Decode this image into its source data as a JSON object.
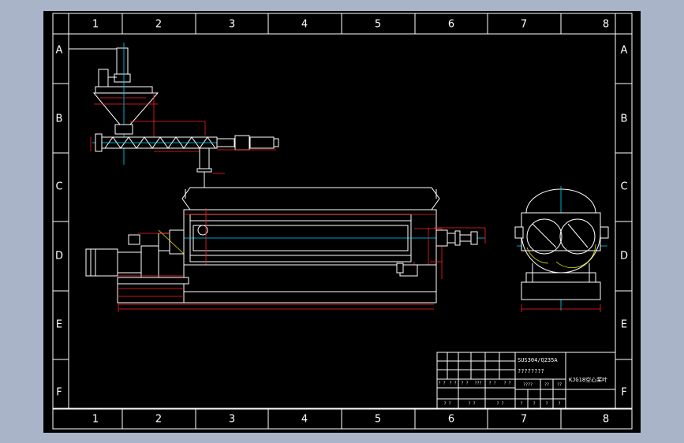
{
  "drawing": {
    "column_labels": [
      "1",
      "2",
      "3",
      "4",
      "5",
      "6",
      "7",
      "8"
    ],
    "row_labels": [
      "A",
      "B",
      "C",
      "D",
      "E",
      "F"
    ]
  },
  "title_block": {
    "material": "SUS304/Q235A",
    "material_note": "????????",
    "drawing_name": "KJG18空心桨叶",
    "cell_texts": [
      "????",
      "?? ",
      "?? ",
      "?",
      "?",
      "?",
      "?"
    ],
    "grid_texts": [
      "? ?",
      "? ?",
      "? ?",
      "???",
      "? ?",
      "? ?"
    ],
    "bottom_texts": [
      "? ?",
      "? ?",
      "? ?"
    ]
  },
  "colors": {
    "sheet_background": "#000000",
    "outer_background": "#a9b4c8",
    "line_primary": "#ffffff",
    "dimension": "#ff2020",
    "centerline": "#00d8ff",
    "hatch": "#e8e800"
  }
}
